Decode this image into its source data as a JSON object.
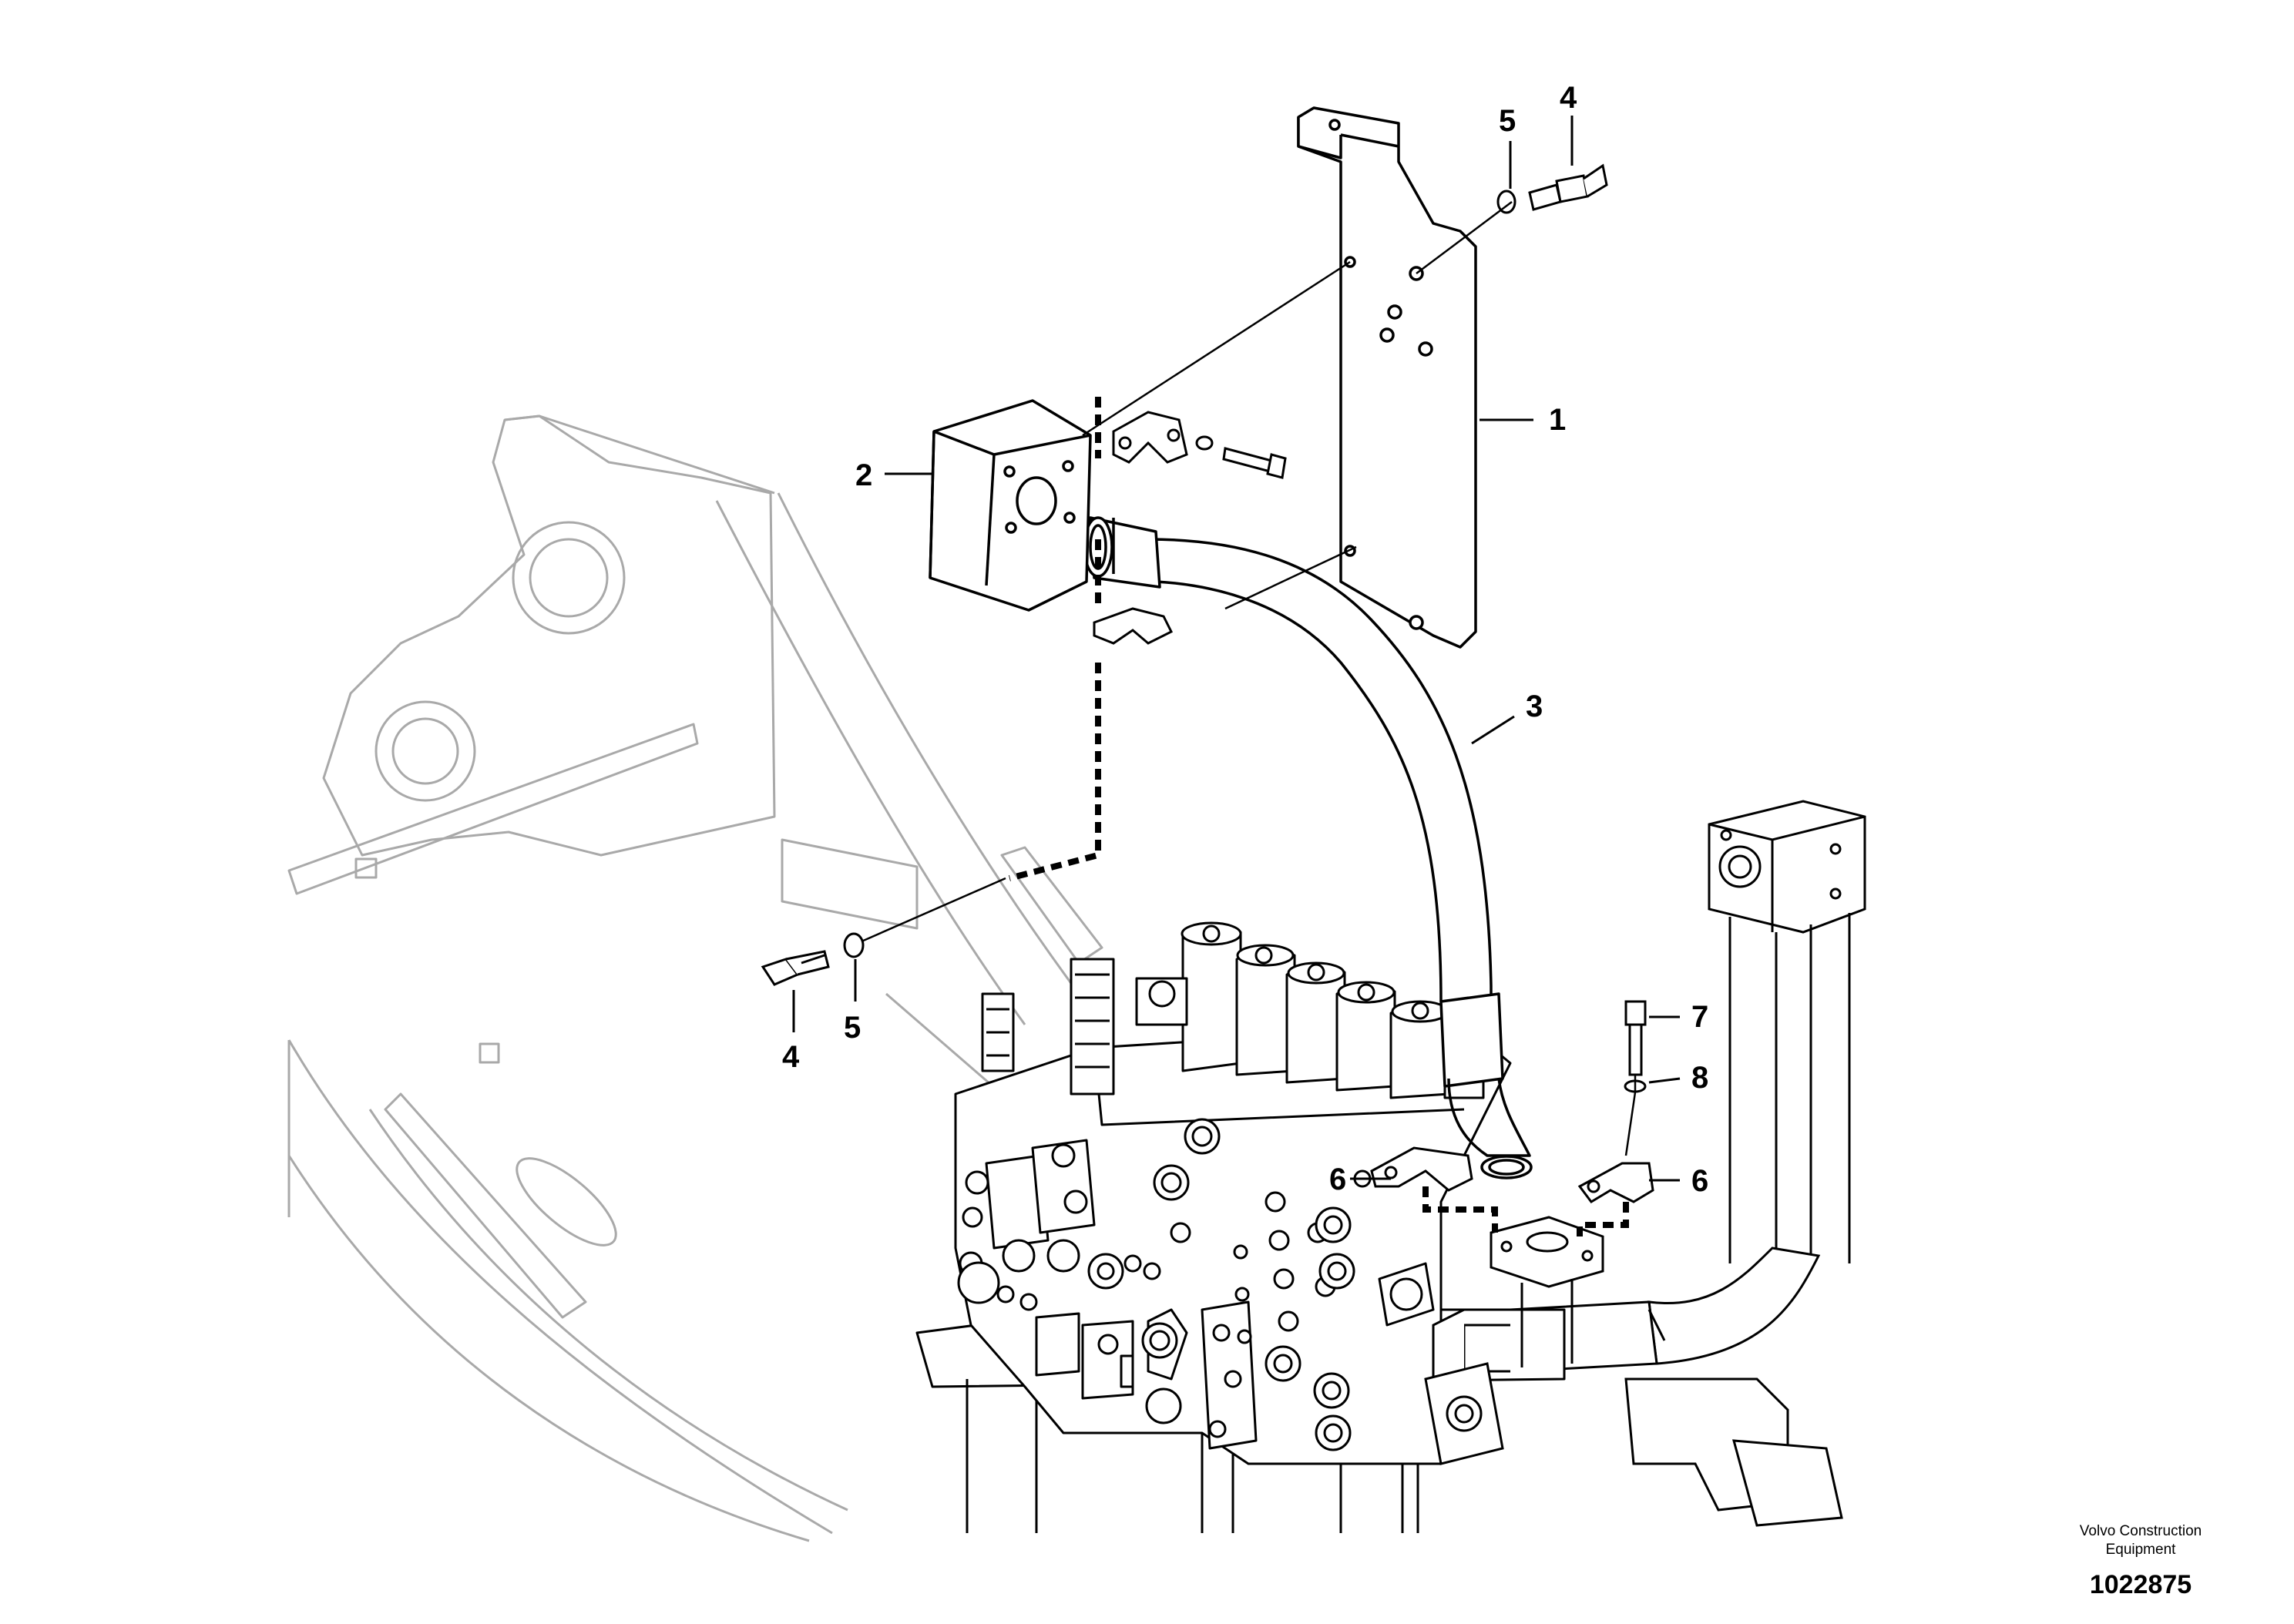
{
  "callouts": {
    "c1": "1",
    "c2": "2",
    "c3": "3",
    "c4a": "4",
    "c4b": "4",
    "c5a": "5",
    "c5b": "5",
    "c6a": "6",
    "c6b": "6",
    "c7": "7",
    "c8": "8"
  },
  "footer": {
    "credit_line1": "Volvo Construction",
    "credit_line2": "Equipment",
    "doc_number": "1022875"
  }
}
